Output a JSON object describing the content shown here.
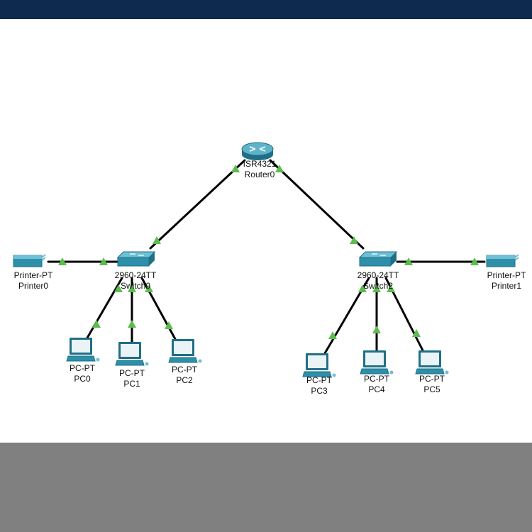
{
  "colors": {
    "top_bar": "#0f2a4f",
    "bottom_bar": "#808080",
    "workspace": "#ffffff",
    "link": "#000000",
    "port_up": "#5cbd4e",
    "device_primary": "#2e8fa9"
  },
  "devices": [
    {
      "id": "Router0",
      "type": "router-icon",
      "model": "ISR4321",
      "name": "Router0"
    },
    {
      "id": "Switch0",
      "type": "switch-icon",
      "model": "2960-24TT",
      "name": "Switch0"
    },
    {
      "id": "Switch2",
      "type": "switch-icon",
      "model": "2960-24TT",
      "name": "Switch2"
    },
    {
      "id": "Printer0",
      "type": "printer-icon",
      "model": "Printer-PT",
      "name": "Printer0"
    },
    {
      "id": "Printer1",
      "type": "printer-icon",
      "model": "Printer-PT",
      "name": "Printer1"
    },
    {
      "id": "PC0",
      "type": "pc-icon",
      "model": "PC-PT",
      "name": "PC0"
    },
    {
      "id": "PC1",
      "type": "pc-icon",
      "model": "PC-PT",
      "name": "PC1"
    },
    {
      "id": "PC2",
      "type": "pc-icon",
      "model": "PC-PT",
      "name": "PC2"
    },
    {
      "id": "PC3",
      "type": "pc-icon",
      "model": "PC-PT",
      "name": "PC3"
    },
    {
      "id": "PC4",
      "type": "pc-icon",
      "model": "PC-PT",
      "name": "PC4"
    },
    {
      "id": "PC5",
      "type": "pc-icon",
      "model": "PC-PT",
      "name": "PC5"
    }
  ],
  "links": [
    {
      "from": "Router0",
      "to": "Switch0",
      "status": "up"
    },
    {
      "from": "Router0",
      "to": "Switch2",
      "status": "up"
    },
    {
      "from": "Switch0",
      "to": "Printer0",
      "status": "up"
    },
    {
      "from": "Switch0",
      "to": "PC0",
      "status": "up"
    },
    {
      "from": "Switch0",
      "to": "PC1",
      "status": "up"
    },
    {
      "from": "Switch0",
      "to": "PC2",
      "status": "up"
    },
    {
      "from": "Switch2",
      "to": "Printer1",
      "status": "up"
    },
    {
      "from": "Switch2",
      "to": "PC3",
      "status": "up"
    },
    {
      "from": "Switch2",
      "to": "PC4",
      "status": "up"
    },
    {
      "from": "Switch2",
      "to": "PC5",
      "status": "up"
    }
  ]
}
